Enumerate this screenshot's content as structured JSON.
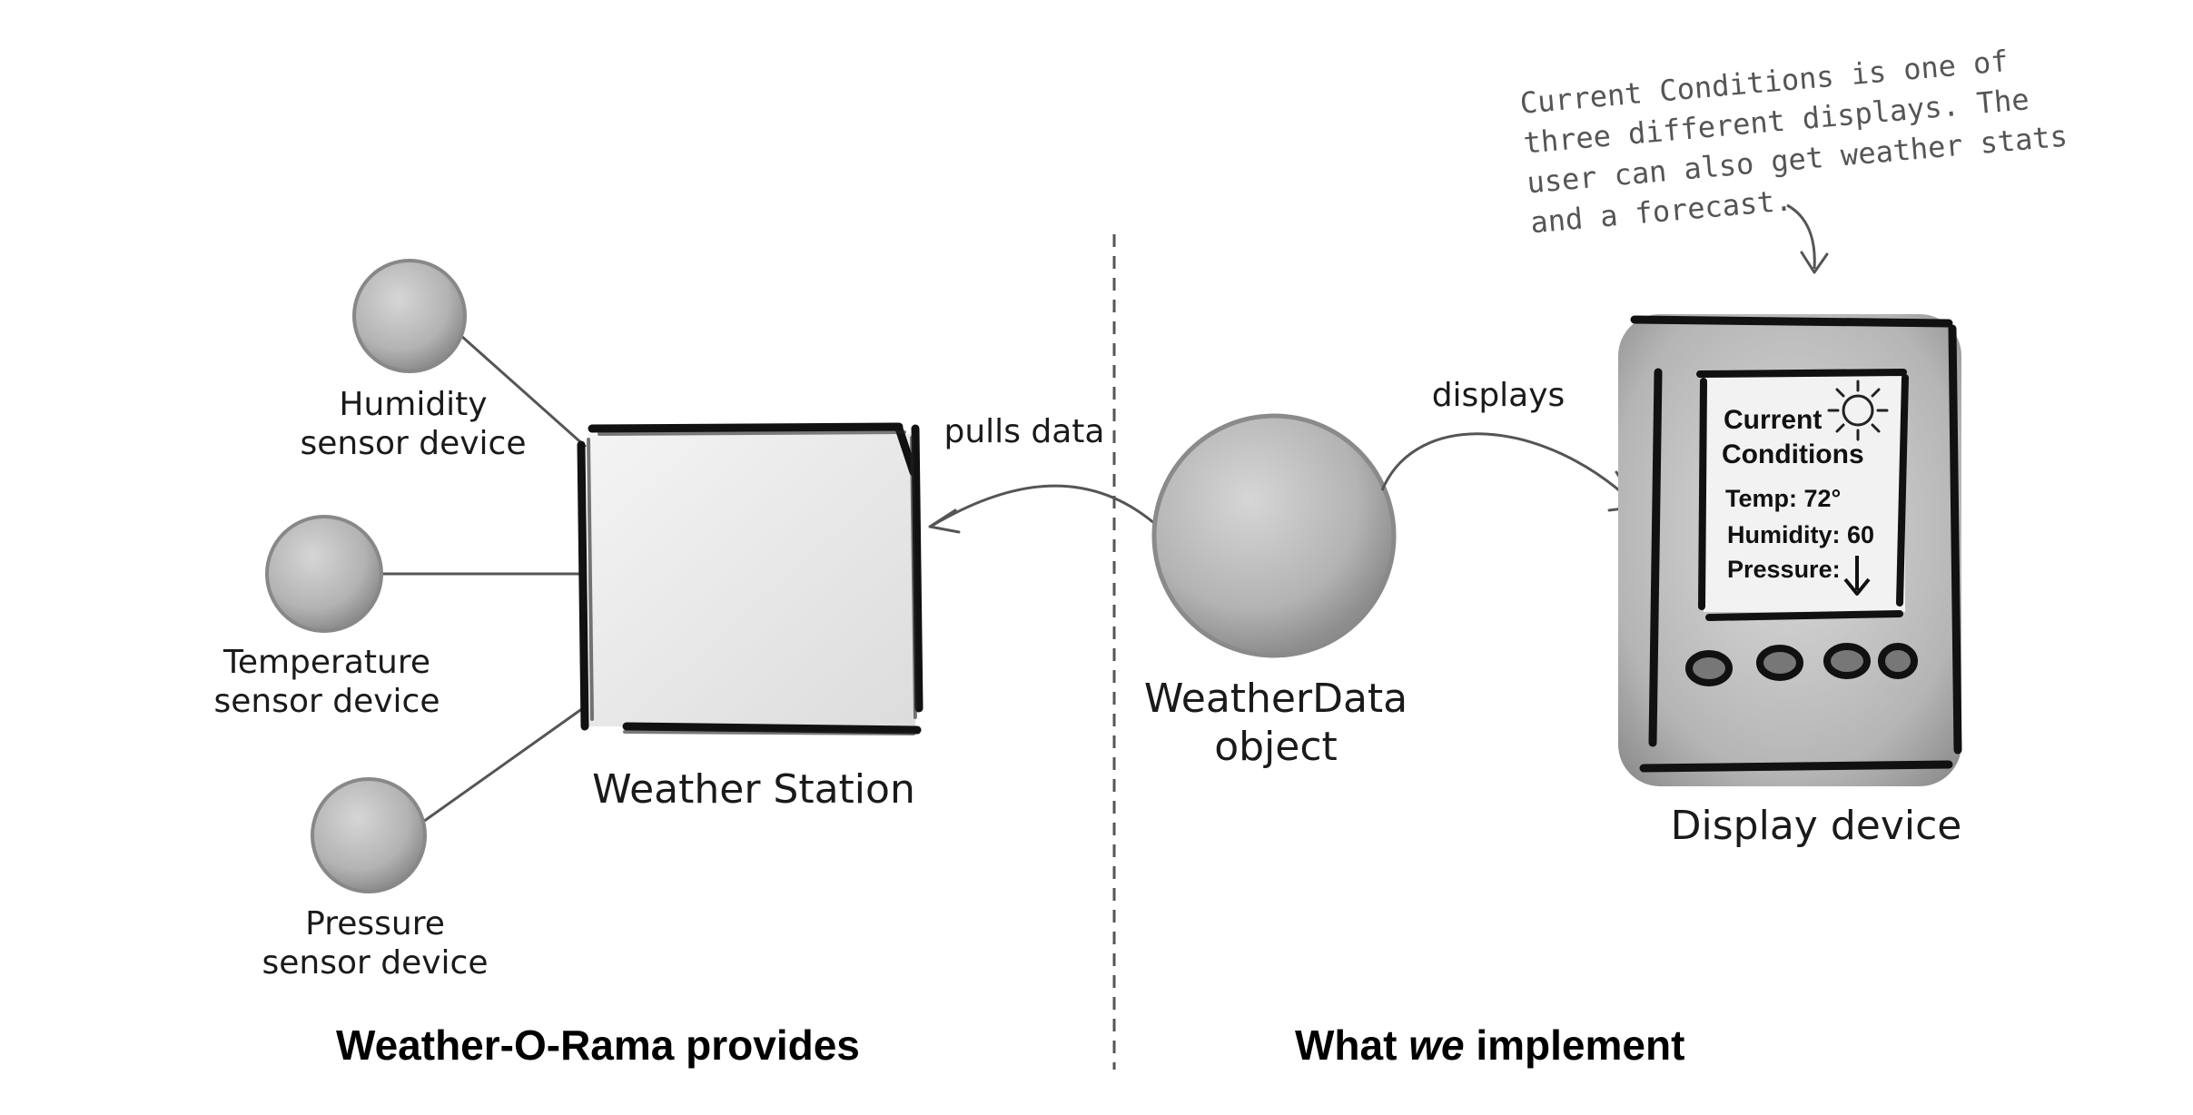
{
  "sensors": [
    {
      "id": "humidity",
      "line1": "Humidity",
      "line2": "sensor device"
    },
    {
      "id": "temperature",
      "line1": "Temperature",
      "line2": "sensor device"
    },
    {
      "id": "pressure",
      "line1": "Pressure",
      "line2": "sensor device"
    }
  ],
  "weather_station": {
    "label": "Weather Station"
  },
  "weatherdata": {
    "line1": "WeatherData",
    "line2": "object"
  },
  "display_device": {
    "label": "Display device",
    "screen": {
      "title_line1": "Current",
      "title_line2": "Conditions",
      "temp": "Temp: 72°",
      "humidity": "Humidity: 60",
      "pressure": "Pressure:"
    }
  },
  "edges": {
    "pulls_data": "pulls data",
    "displays": "displays"
  },
  "annotation": {
    "line1": "Current Conditions is  one of",
    "line2": "three different displays. The",
    "line3": "user can also get weather stats",
    "line4": "and a forecast."
  },
  "footer": {
    "left": "Weather-O-Rama provides",
    "right_prefix": "What ",
    "right_em": "we",
    "right_suffix": " implement"
  }
}
